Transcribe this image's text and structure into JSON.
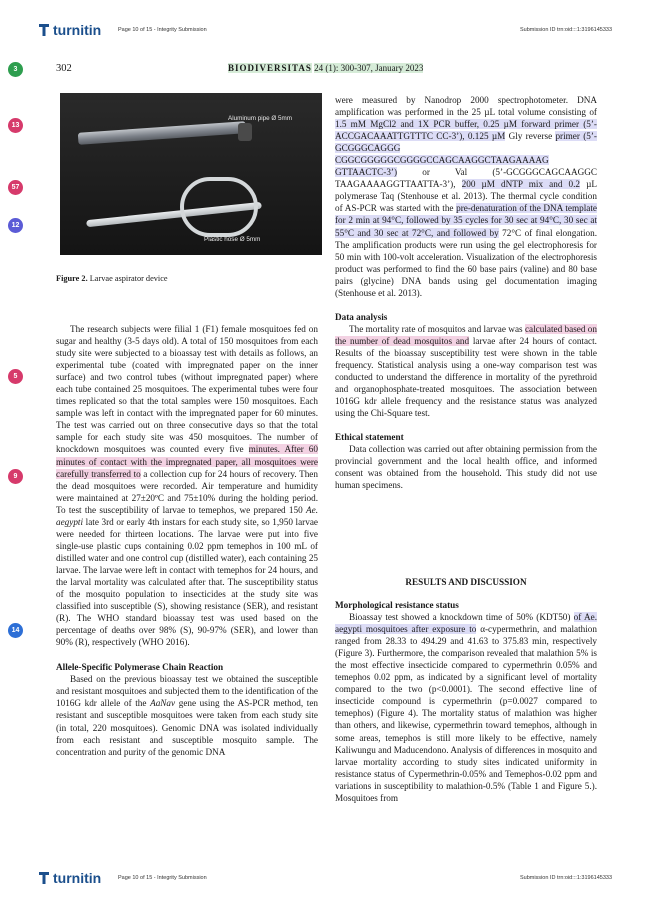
{
  "turnitin": {
    "logo_text": "turnitin",
    "page_info": "Page 10 of 15 - Integrity Submission",
    "submission_id": "Submission ID trn:oid:::1:3196145333"
  },
  "badges": [
    {
      "num": "3",
      "color": "#2e9e4f"
    },
    {
      "num": "13",
      "color": "#d63a6b"
    },
    {
      "num": "57",
      "color": "#d63a6b"
    },
    {
      "num": "12",
      "color": "#5b5bd6"
    },
    {
      "num": "5",
      "color": "#d63a6b"
    },
    {
      "num": "9",
      "color": "#d63a6b"
    },
    {
      "num": "14",
      "color": "#2d6fd6"
    }
  ],
  "header": {
    "page_number": "302",
    "journal": "BIODIVERSITAS",
    "volume": "24 (1): 300-307, January 2023"
  },
  "figure": {
    "label_top": "Aluminum pipe Ø 5mm",
    "label_bottom": "Plastic hose Ø 5mm",
    "caption_label": "Figure 2.",
    "caption_text": " Larvae aspirator device"
  },
  "left": {
    "p1a": "The research subjects were filial 1 (F1) female mosquitoes fed on sugar and healthy (3-5 days old). A total of 150 mosquitoes from each study site were subjected to a bioassay test with details as follows, an experimental tube (coated with impregnated paper on the inner surface) and two control tubes (without impregnated paper) where each tube contained 25 mosquitoes. The experimental tubes were four times replicated so that the total samples were 150 mosquitoes. Each sample was left in contact with the impregnated paper for 60 minutes. The test was carried out on three consecutive days so that the total sample for each study site was 450 mosquitoes. The number of knockdown mosquitoes was counted every five ",
    "p1b": "minutes. After 60 minutes of contact with the impregnated paper, all mosquitoes were carefully transferred to",
    "p1c": " a collection cup for 24 hours of recovery. Then the dead mosquitoes were recorded. Air temperature and humidity were maintained at 27±20ºC and 75±10% during the holding period. To test the susceptibility of larvae to temephos, we prepared 150 ",
    "p1d": "Ae. aegypti",
    "p1e": " late 3rd or early 4th instars for each study site, so 1,950 larvae were needed for thirteen locations. The larvae were put into five single-use plastic cups containing 0.02 ppm temephos in 100 mL of distilled water and one control cup (distilled water), each containing 25 larvae. The larvae were left in contact with temephos for 24 hours, and the larval mortality was calculated after that. The susceptibility status of the mosquito population to insecticides at the study site was classified into susceptible (S), showing resistance (SER), and resistant (R). The WHO standard bioassay test was used based on the percentage of deaths over 98% (S), 90-97% (SER), and lower than 90% (R), respectively (WHO 2016).",
    "h2": "Allele-Specific Polymerase Chain Reaction",
    "p2a": "Based on the previous bioassay test we obtained the susceptible and resistant mosquitoes and subjected them to the identification of the 1016G kdr allele of the ",
    "p2b": "AaNav",
    "p2c": " gene using the AS-PCR method, ten resistant and susceptible mosquitoes were taken from each study site (in total, 220 mosquitoes). Genomic DNA was isolated individually from each resistant and susceptible mosquito sample. The concentration and purity of the genomic DNA"
  },
  "right": {
    "p1a": "were measured by Nanodrop 2000 spectrophotometer. DNA amplification was performed in the 25 µL total volume consisting of ",
    "p1b": "1.5 mM MgCl2 and 1X PCR buffer, 0.25 µM forward primer (5’-ACCGACAAATTGTTTC CC-3’), 0.125 µM",
    "p1c": " Gly reverse ",
    "p1d": "primer (5’-GCGGGCAGGG CGGCGGGGGCGGGGCCAGCAAGGCTAAGAAAAG GTTAACTC-3’)",
    "p1e": " or Val (5’-GCGGGCAGCAAGGC TAAGAAAAGGTTAATTA-3’), ",
    "p1f": "200 µM dNTP mix and 0.2",
    "p1g": " µL polymerase Taq (Stenhouse et al. 2013). The thermal cycle condition of AS-PCR was started with the ",
    "p1h": "pre-denaturation of the DNA template for 2 min at 94°C, followed by 35 cycles for 30 sec at 94°C, 30 sec at 55°C and 30 sec at 72°C, and followed by",
    "p1i": " 72°C of final elongation. The amplification products were run using the gel electrophoresis for 50 min with 100-volt acceleration. Visualization of the electrophoresis product was performed to find the 60 base pairs (valine) and 80 base pairs (glycine) DNA bands using gel documentation imaging (Stenhouse et al. 2013).",
    "h2": "Data analysis",
    "p2a": "The mortality rate of mosquitos and larvae was ",
    "p2b": "calculated based on the number of dead mosquitos and",
    "p2c": " larvae after 24 hours of contact. Results of the bioassay susceptibility test were shown in the table frequency. Statistical analysis using a one-way comparison test was conducted to understand the difference in mortality of the pyrethroid and organophosphate-treated mosquitoes. The association between 1016G kdr allele frequency and the resistance status was analyzed using the Chi-Square test.",
    "h3": "Ethical statement",
    "p3": "Data collection was carried out after obtaining permission from the provincial government and the local health office, and informed consent was obtained from the household. This study did not use human specimens.",
    "results": "RESULTS AND DISCUSSION",
    "h4": "Morphological resistance status",
    "p4a": "Bioassay test showed a knockdown time of 50% (KDT50) ",
    "p4b": "of Ae. aegypti mosquitoes after exposure to",
    "p4c": " α-cypermethrin, and malathion ranged from 28.33 to 494.29 and 41.63 to 375.83 min, respectively (Figure 3). Furthermore, the comparison revealed that malathion 5% is the most effective insecticide compared to cypermethrin 0.05% and temephos 0.02 ppm, as indicated by a significant level of mortality compared to the two (p<0.0001). The second effective line of insecticide compound is cypermethrin (p=0.0027 compared to temephos) (Figure 4). The mortality status of malathion was higher than others, and likewise, cypermethrin toward temephos, although in some areas, temephos is still more likely to be effective, namely Kaliwungu and Maducendono. Analysis of differences in mosquito and larvae mortality according to study sites indicated uniformity in resistance status of Cypermethrin-0.05% and Temephos-0.02 ppm and variations in susceptibility to malathion-0.5% (Table 1 and Figure 5.). Mosquitoes from"
  }
}
